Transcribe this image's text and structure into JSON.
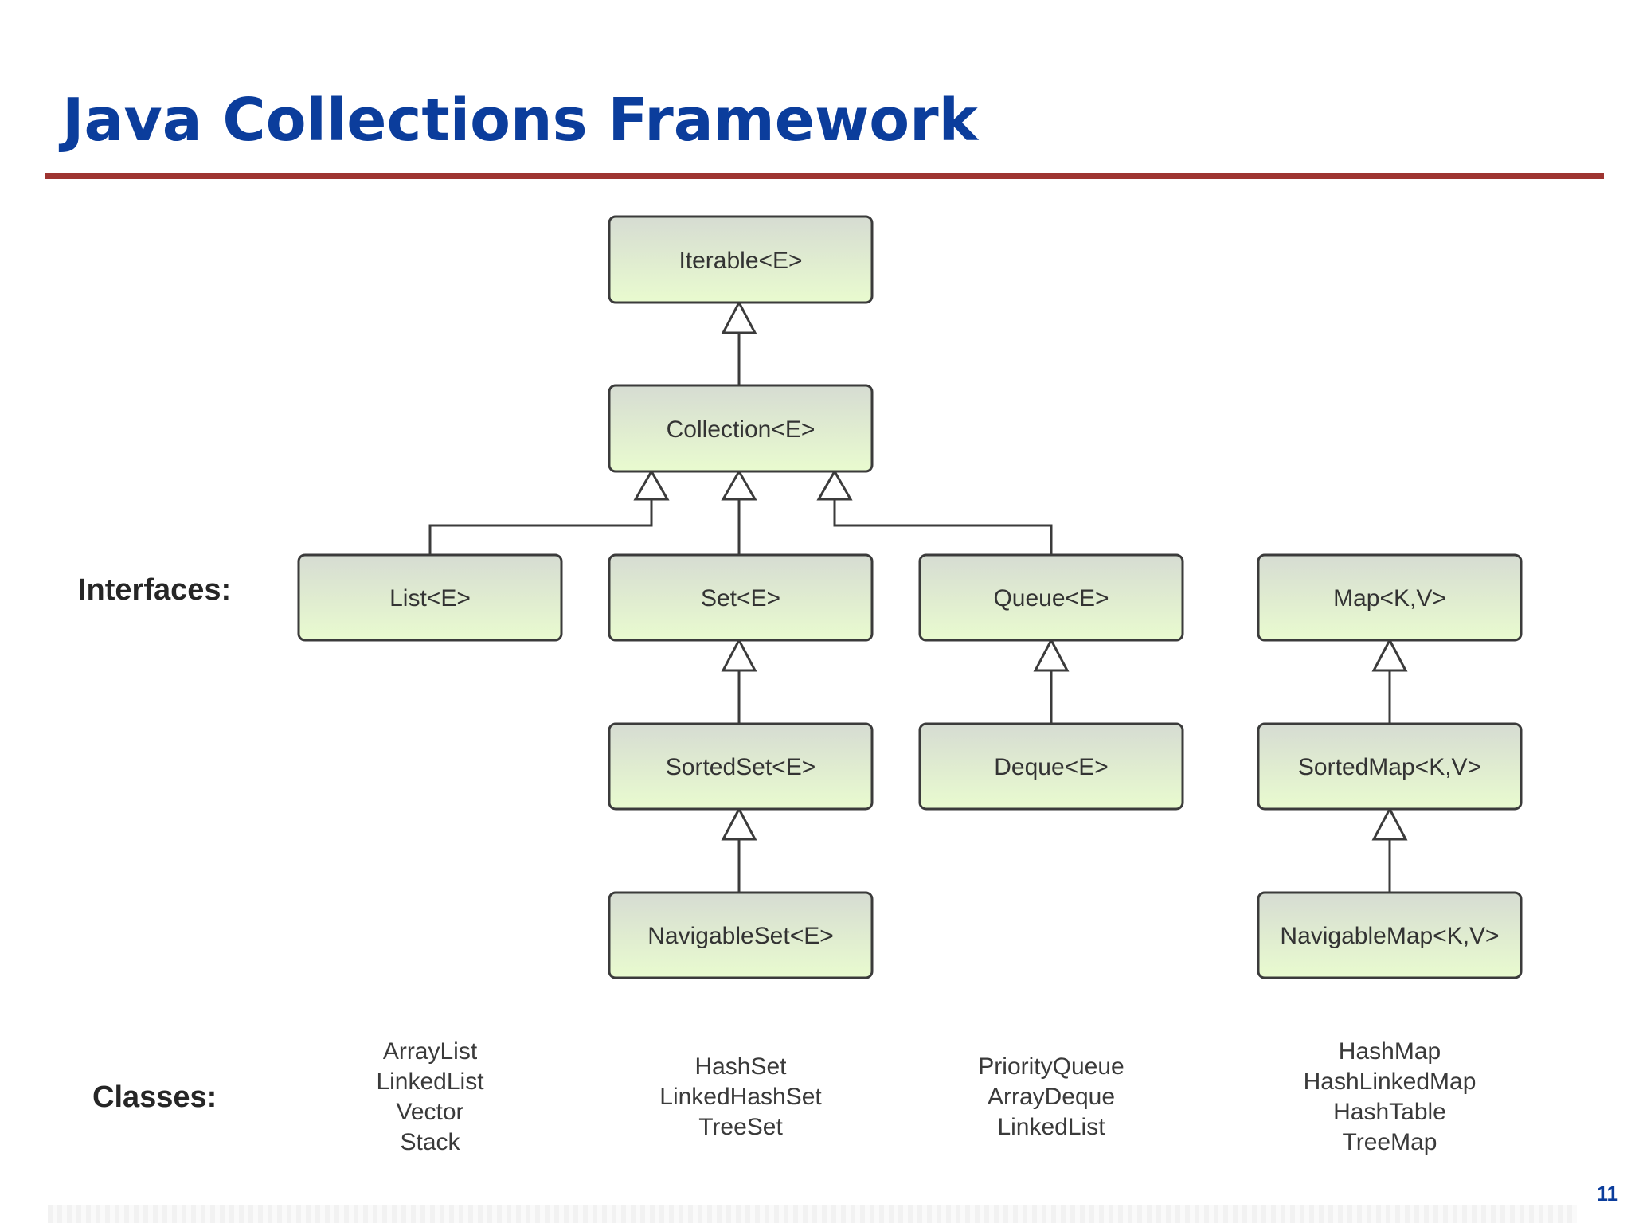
{
  "slide": {
    "title": "Java Collections Framework",
    "page_number": "11"
  },
  "colors": {
    "title": "#0b3d9c",
    "rule": "#9e3431",
    "node_fill_top": "#d6dcd2",
    "node_fill_bottom": "#e9fbcf",
    "node_border": "#3b3b3b"
  },
  "labels": {
    "interfaces": "Interfaces:",
    "classes": "Classes:"
  },
  "nodes": {
    "iterable": "Iterable<E>",
    "collection": "Collection<E>",
    "list": "List<E>",
    "set": "Set<E>",
    "queue": "Queue<E>",
    "map": "Map<K,V>",
    "sortedset": "SortedSet<E>",
    "deque": "Deque<E>",
    "sortedmap": "SortedMap<K,V>",
    "navigableset": "NavigableSet<E>",
    "navigablemap": "NavigableMap<K,V>"
  },
  "classes": {
    "list": [
      "ArrayList",
      "LinkedList",
      "Vector",
      "Stack"
    ],
    "set": [
      "HashSet",
      "LinkedHashSet",
      "TreeSet"
    ],
    "queue": [
      "PriorityQueue",
      "ArrayDeque",
      "LinkedList"
    ],
    "map": [
      "HashMap",
      "HashLinkedMap",
      "HashTable",
      "TreeMap"
    ]
  }
}
